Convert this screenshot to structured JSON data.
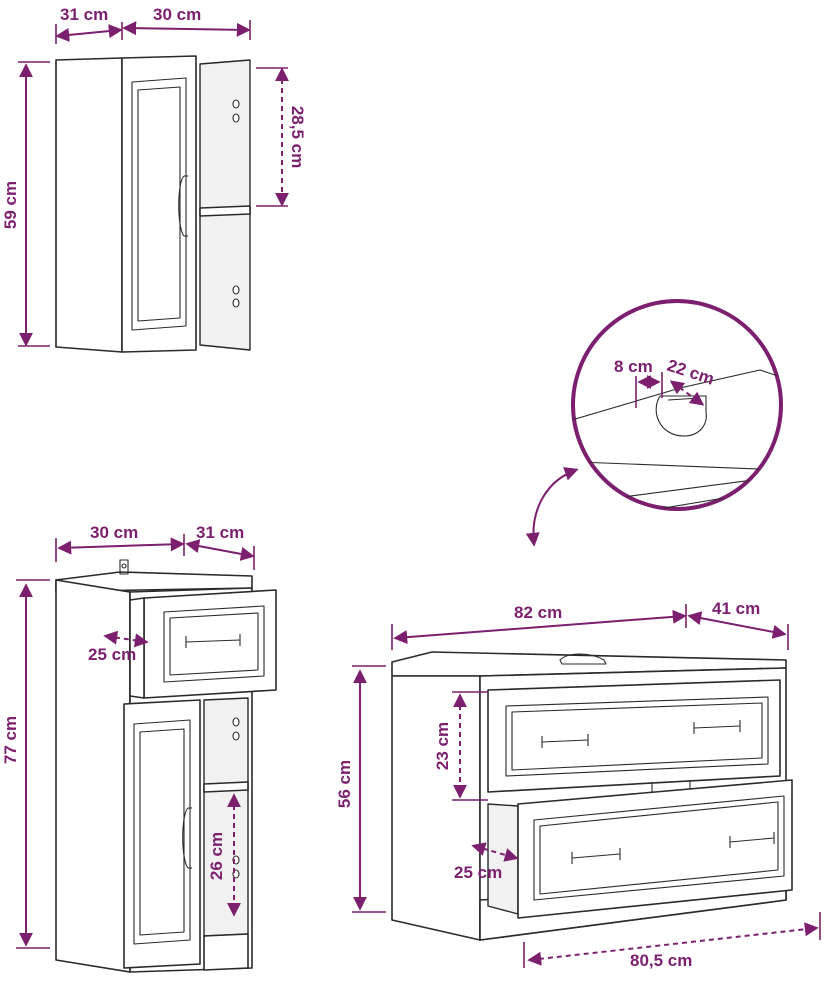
{
  "colors": {
    "dimension": "#7b1f6e",
    "outline": "#2a2a2a",
    "background": "#ffffff"
  },
  "wall_cabinet": {
    "depth": "31 cm",
    "width": "30 cm",
    "height": "59 cm",
    "shelf_gap": "28,5 cm"
  },
  "tall_cabinet": {
    "width": "30 cm",
    "depth": "31 cm",
    "height": "77 cm",
    "drawer_depth": "25 cm",
    "shelf_gap": "26 cm"
  },
  "vanity_unit": {
    "width": "82 cm",
    "depth": "41 cm",
    "height": "56 cm",
    "drawer_height": "23 cm",
    "drawer_depth": "25 cm",
    "inner_width": "80,5 cm"
  },
  "cutout_detail": {
    "cutout_width": "8 cm",
    "cutout_depth": "22 cm"
  }
}
